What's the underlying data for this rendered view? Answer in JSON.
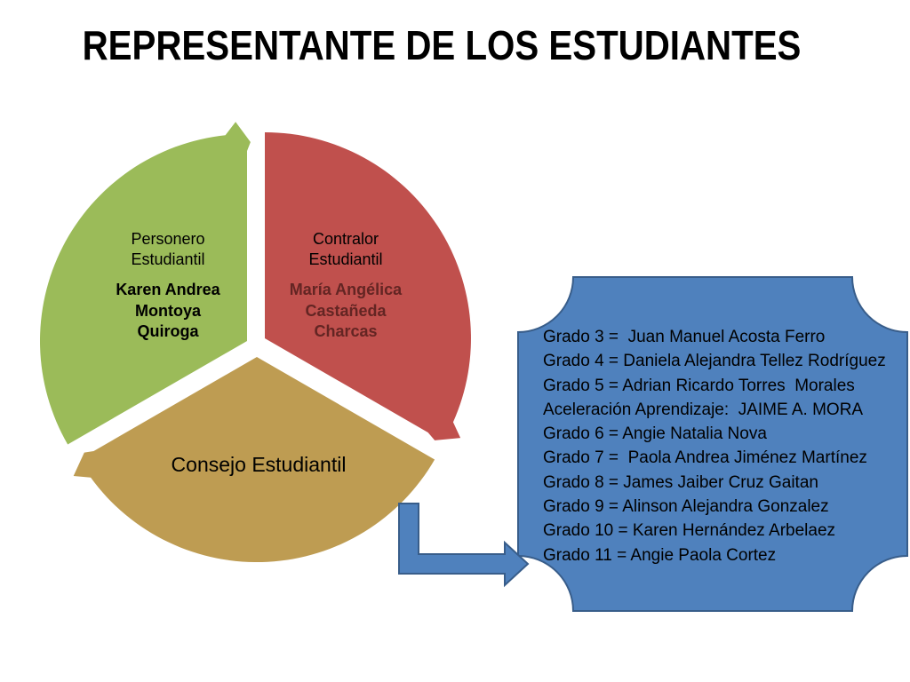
{
  "title": "REPRESENTANTE DE LOS ESTUDIANTES",
  "cycle": {
    "segments": [
      {
        "role": [
          "Personero",
          "Estudiantil"
        ],
        "name": [
          "Karen Andrea",
          "Montoya",
          "Quiroga"
        ],
        "color": "#9BBB59",
        "name_color": "#000000"
      },
      {
        "role": [
          "Contralor",
          "Estudiantil"
        ],
        "name": [
          "María Angélica",
          "Castañeda",
          "Charcas"
        ],
        "color": "#C0504D",
        "name_color": "#632523"
      },
      {
        "label": "Consejo Estudiantil",
        "color": "#BE9C52"
      }
    ]
  },
  "connector_arrow": {
    "fill": "#4F81BD",
    "border": "#385D8A"
  },
  "representatives": {
    "fill": "#4F81BD",
    "border": "#385D8A",
    "lines": [
      "Grado 3 =  Juan Manuel Acosta Ferro",
      "Grado 4 = Daniela Alejandra Tellez Rodríguez",
      "Grado 5 = Adrian Ricardo Torres  Morales",
      "Aceleración Aprendizaje:  JAIME A. MORA",
      "Grado 6 = Angie Natalia Nova",
      "Grado 7 =  Paola Andrea Jiménez Martínez",
      "Grado 8 = James Jaiber Cruz Gaitan",
      "Grado 9 = Alinson Alejandra Gonzalez",
      "Grado 10 = Karen Hernández Arbelaez",
      "Grado 11 = Angie Paola Cortez"
    ]
  }
}
